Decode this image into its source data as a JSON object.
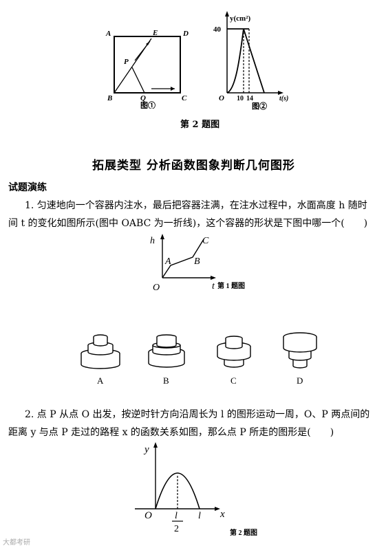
{
  "top_figures": {
    "fig1": {
      "labels": {
        "A": "A",
        "E": "E",
        "D": "D",
        "P": "P",
        "B": "B",
        "Q": "Q",
        "C": "C"
      },
      "caption": "图①"
    },
    "fig2": {
      "y_label": "y(cm²)",
      "y_tick": "40",
      "origin": "O",
      "x_ticks": [
        "10",
        "14"
      ],
      "x_label": "t(s)",
      "caption": "图②"
    },
    "caption": "第 2 题图"
  },
  "section": {
    "title": "拓展类型  分析函数图象判断几何图形",
    "subheading": "试题演练"
  },
  "q1": {
    "text_line1": "1. 匀速地向一个容器内注水，最后把容器注满，在注水过程中，水面高度 h 随时",
    "text_line2": "间 t 的变化如图所示(图中 OABC 为一折线)，这个容器的形状是下图中哪一个(　　)",
    "graph": {
      "y_label": "h",
      "x_label": "t",
      "origin": "O",
      "points": {
        "A": "A",
        "B": "B",
        "C": "C"
      },
      "caption": "第 1 题图"
    },
    "options": [
      "A",
      "B",
      "C",
      "D"
    ]
  },
  "q2": {
    "text_line1": "2. 点 P 从点 O 出发，按逆时针方向沿周长为 l 的图形运动一周，O、P 两点间的",
    "text_line2": "距离 y 与点 P 走过的路程 x 的函数关系如图，那么点 P 所走的图形是(　　)",
    "graph": {
      "y_label": "y",
      "x_label": "x",
      "origin": "O",
      "half_numerator": "l",
      "half_denominator": "2",
      "end_label": "l",
      "caption": "第 2 题图"
    }
  },
  "watermark": "大都考研"
}
